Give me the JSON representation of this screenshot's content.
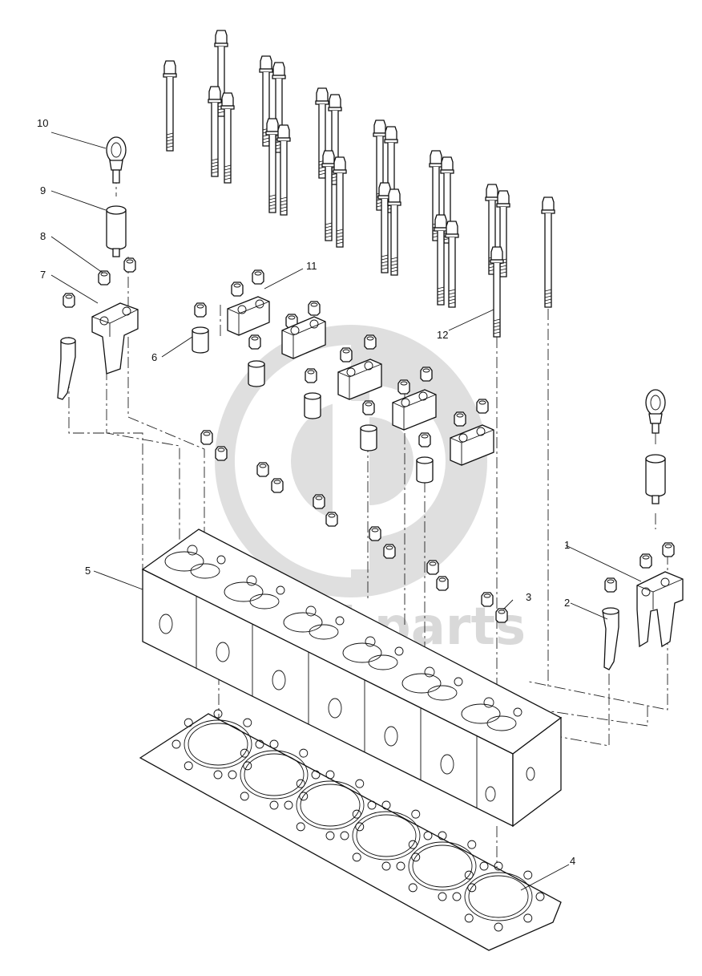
{
  "watermark": {
    "logo": "gp-logo",
    "text": "diesel parts"
  },
  "callouts": [
    {
      "id": "1",
      "part": "rocker-support-right"
    },
    {
      "id": "2",
      "part": "injector-bracket"
    },
    {
      "id": "3",
      "part": "nut"
    },
    {
      "id": "4",
      "part": "cylinder-head-gasket"
    },
    {
      "id": "5",
      "part": "cylinder-head"
    },
    {
      "id": "6",
      "part": "spacer-sleeve"
    },
    {
      "id": "7",
      "part": "injector-bracket-left"
    },
    {
      "id": "8",
      "part": "nut"
    },
    {
      "id": "9",
      "part": "spacer"
    },
    {
      "id": "10",
      "part": "lifting-eye"
    },
    {
      "id": "11",
      "part": "clamp-bridge"
    },
    {
      "id": "12",
      "part": "head-bolt"
    }
  ],
  "colors": {
    "line": "#111111",
    "watermark": "#d9d9d9",
    "background": "#ffffff"
  }
}
